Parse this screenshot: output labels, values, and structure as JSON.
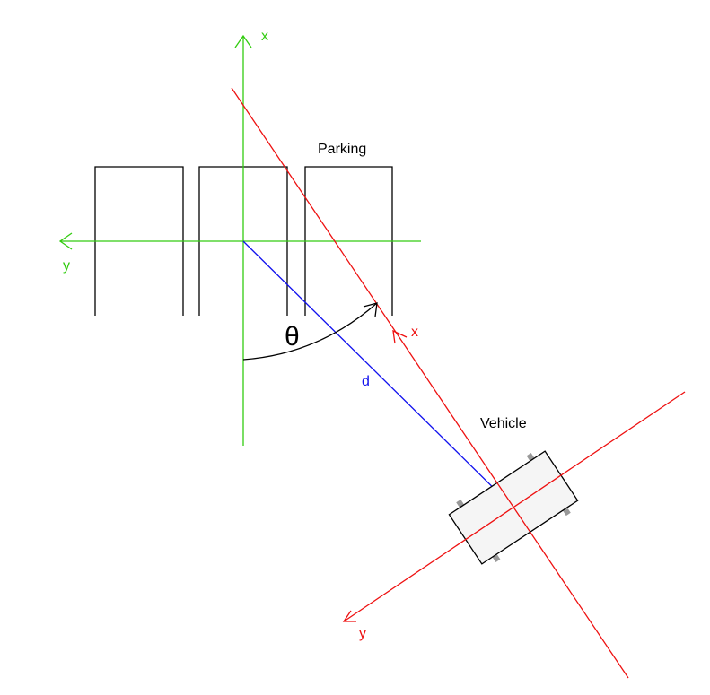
{
  "labels": {
    "parking": "Parking",
    "vehicle": "Vehicle",
    "parking_axis_x": "x",
    "parking_axis_y": "y",
    "vehicle_axis_x": "x",
    "vehicle_axis_y": "y",
    "angle": "θ",
    "distance": "d"
  },
  "colors": {
    "parking_frame": "#33cc11",
    "vehicle_frame": "#ee1111",
    "distance": "#1111ee",
    "outline": "#000000",
    "vehicle_body": "#f5f5f5",
    "wheel": "#999999"
  }
}
